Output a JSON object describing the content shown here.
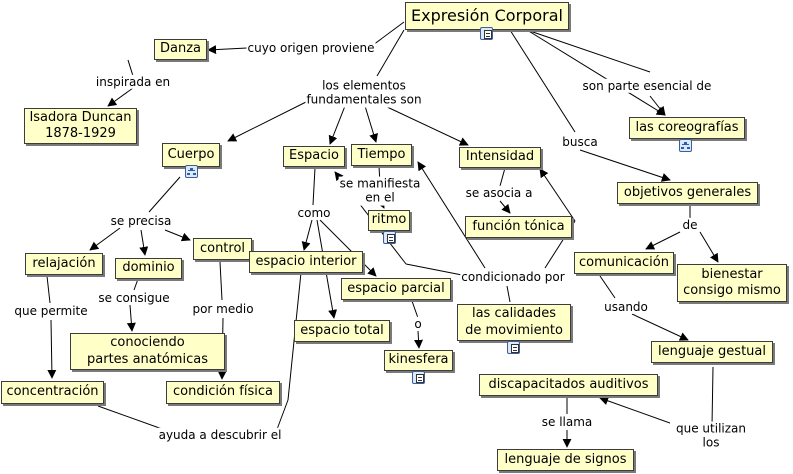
{
  "nodes": {
    "expresion_corporal": "Expresión Corporal",
    "danza": "Danza",
    "isadora": "Isadora Duncan\n1878-1929",
    "cuerpo": "Cuerpo",
    "espacio": "Espacio",
    "tiempo": "Tiempo",
    "intensidad": "Intensidad",
    "coreografias": "las coreografías",
    "objetivos": "objetivos generales",
    "ritmo": "ritmo",
    "funcion_tonica": "función tónica",
    "relajacion": "relajación",
    "dominio": "dominio",
    "control": "control",
    "espacio_interior": "espacio interior",
    "espacio_parcial": "espacio parcial",
    "espacio_total": "espacio total",
    "kinesfera": "kinesfera",
    "calidades": "las calidades\nde movimiento",
    "comunicacion": "comunicación",
    "bienestar": "bienestar\nconsigo mismo",
    "conociendo": "conociendo\npartes anatómicas",
    "concentracion": "concentración",
    "condicion_fisica": "condición física",
    "discapacitados": "discapacitados auditivos",
    "lenguaje_gestual": "lenguaje gestual",
    "lenguaje_signos": "lenguaje de signos"
  },
  "link_labels": {
    "cuyo_origen": "cuyo origen proviene",
    "inspirada": "inspirada en",
    "elementos": "los elementos\nfundamentales son",
    "parte_esencial": "son parte esencial de",
    "busca": "busca",
    "manifiesta": "se manifiesta\nen el",
    "asocia": "se asocia a",
    "de": "de",
    "se_precisa": "se precisa",
    "como": "como",
    "condicionado": "condicionado por",
    "permite": "que permite",
    "consigue": "se consigue",
    "por_medio": "por medio",
    "o": "o",
    "usando": "usando",
    "ayuda": "ayuda a descubrir el",
    "se_llama": "se llama",
    "utilizan": "que utilizan los"
  },
  "icons": {
    "expresion_corporal": "document-icon",
    "cuerpo": "concept-map-icon",
    "coreografias": "concept-map-icon",
    "ritmo": "document-icon",
    "calidades": "document-icon",
    "kinesfera": "document-icon"
  },
  "colors": {
    "node_fill": "#ffffc8",
    "node_border": "#3c3c3c",
    "link": "#000000"
  }
}
